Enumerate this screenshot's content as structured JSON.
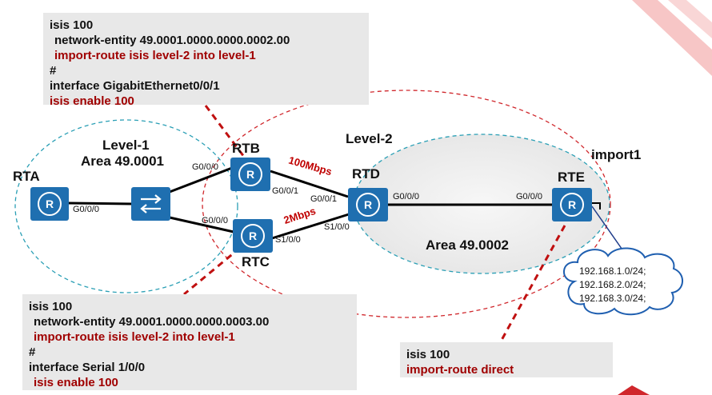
{
  "config_rtb": {
    "lines": [
      {
        "text": "isis 100",
        "style": "black",
        "indent": 0
      },
      {
        "text": "network-entity 49.0001.0000.0000.0002.00",
        "style": "black",
        "indent": 1
      },
      {
        "text": "import-route isis level-2 into level-1",
        "style": "red",
        "indent": 1
      },
      {
        "text": "#",
        "style": "black",
        "indent": 0
      },
      {
        "text": "interface GigabitEthernet0/0/1",
        "style": "black",
        "indent": 0
      },
      {
        "text": "isis enable 100",
        "style": "red",
        "indent": 0
      }
    ]
  },
  "config_rtc": {
    "lines": [
      {
        "text": "isis 100",
        "style": "black",
        "indent": 0
      },
      {
        "text": "network-entity 49.0001.0000.0000.0003.00",
        "style": "black",
        "indent": 1
      },
      {
        "text": "import-route isis level-2 into level-1",
        "style": "red",
        "indent": 1
      },
      {
        "text": "#",
        "style": "black",
        "indent": 0
      },
      {
        "text": "interface Serial 1/0/0",
        "style": "black",
        "indent": 0
      },
      {
        "text": "isis enable 100",
        "style": "red",
        "indent": 1
      }
    ]
  },
  "config_rte": {
    "lines": [
      {
        "text": "isis 100",
        "style": "black",
        "indent": 0
      },
      {
        "text": "import-route direct",
        "style": "red",
        "indent": 0
      }
    ]
  },
  "devices": {
    "rta": "RTA",
    "rtb": "RTB",
    "rtc": "RTC",
    "rtd": "RTD",
    "rte": "RTE"
  },
  "ports": {
    "rta_g0": "G0/0/0",
    "rtb_g0": "G0/0/0",
    "rtb_g1": "G0/0/1",
    "rtc_g0": "G0/0/0",
    "rtc_s1": "S1/0/0",
    "rtd_g1": "G0/0/1",
    "rtd_s1": "S1/0/0",
    "rtd_g0": "G0/0/0",
    "rte_g0": "G0/0/0"
  },
  "areas": {
    "level1_title": "Level-1",
    "level1_area": "Area 49.0001",
    "level2_title": "Level-2",
    "level2_area": "Area 49.0002",
    "import_label": "import1"
  },
  "bandwidth": {
    "rtb_rtd": "100Mbps",
    "rtc_rtd": "2Mbps"
  },
  "cloud_routes": [
    "192.168.1.0/24;",
    "192.168.2.0/24;",
    "192.168.3.0/24;"
  ],
  "colors": {
    "router_fill": "#1f6fb0",
    "dash_blue": "#2a9fb5",
    "dash_red": "#d0272c",
    "accent_red": "#c00000",
    "config_bg": "#e8e8e8"
  },
  "icons": {
    "router": "router-icon",
    "switch": "switch-icon",
    "cloud": "cloud-icon"
  }
}
